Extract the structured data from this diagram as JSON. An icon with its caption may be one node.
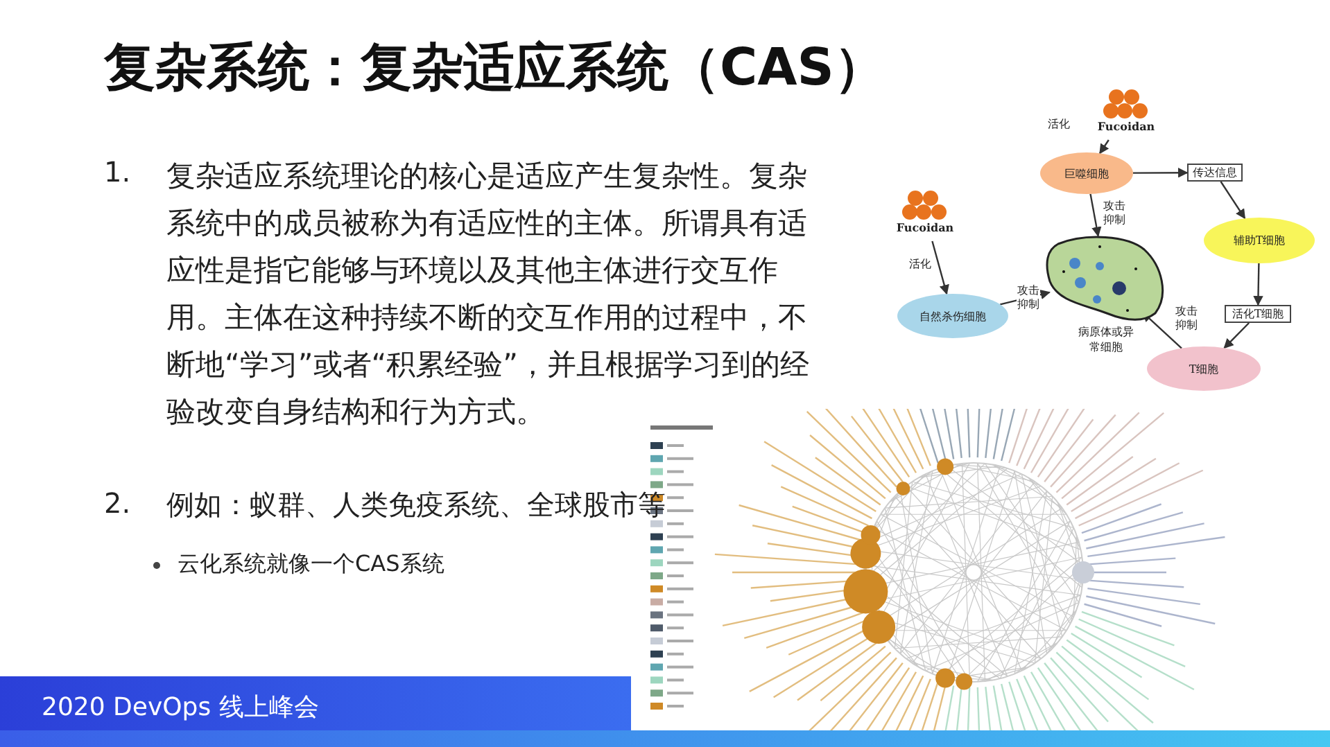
{
  "diagram": {
    "title": "复杂系统：复杂适应系统（CAS）",
    "nodes": [
      {
        "text": [
          "Fucoidan"
        ]
      },
      {
        "text": [
          "巨噬细胞"
        ]
      },
      {
        "text": [
          "传达信息"
        ]
      },
      {
        "text": [
          "辅助T细胞"
        ]
      },
      {
        "text": [
          "Fucoidan"
        ]
      },
      {
        "text": [
          "自然杀伤细胞"
        ]
      },
      {
        "text": [
          "病原体或异常细胞"
        ]
      },
      {
        "text": [
          "活化T细胞"
        ]
      },
      {
        "text": [
          "T细胞"
        ]
      }
    ],
    "edges": [
      {
        "from": 0,
        "to": 1,
        "arrow": "to",
        "label": "活化"
      },
      {
        "from": 1,
        "to": 2,
        "arrow": "to"
      },
      {
        "from": 2,
        "to": 3,
        "arrow": "to"
      },
      {
        "from": 3,
        "to": 7,
        "arrow": "to"
      },
      {
        "from": 7,
        "to": 8,
        "arrow": "to"
      },
      {
        "from": 4,
        "to": 5,
        "arrow": "to",
        "label": "活化"
      },
      {
        "from": 1,
        "to": 6,
        "arrow": "to",
        "label": "攻击抑制"
      },
      {
        "from": 5,
        "to": 6,
        "arrow": "to",
        "label": "攻击抑制"
      },
      {
        "from": 8,
        "to": 6,
        "arrow": "to",
        "label": "攻击抑制"
      }
    ],
    "labels": [
      "1.",
      "复杂适应系统理论的核心是适应产生复杂性。复杂系统中的成员被称为有适应性的主体。所谓具有适应性是指它能够与环境以及其他主体进行交互作用。主体在这种持续不断的交互作用的过程中，不断地“学习”或者“积累经验”，并且根据学习到的经验改变自身结构和行为方式。",
      "2.",
      "例如：蚁群、人类免疫系统、全球股市等",
      "云化系统就像一个CAS系统",
      "2020 DevOps 线上峰会"
    ]
  }
}
